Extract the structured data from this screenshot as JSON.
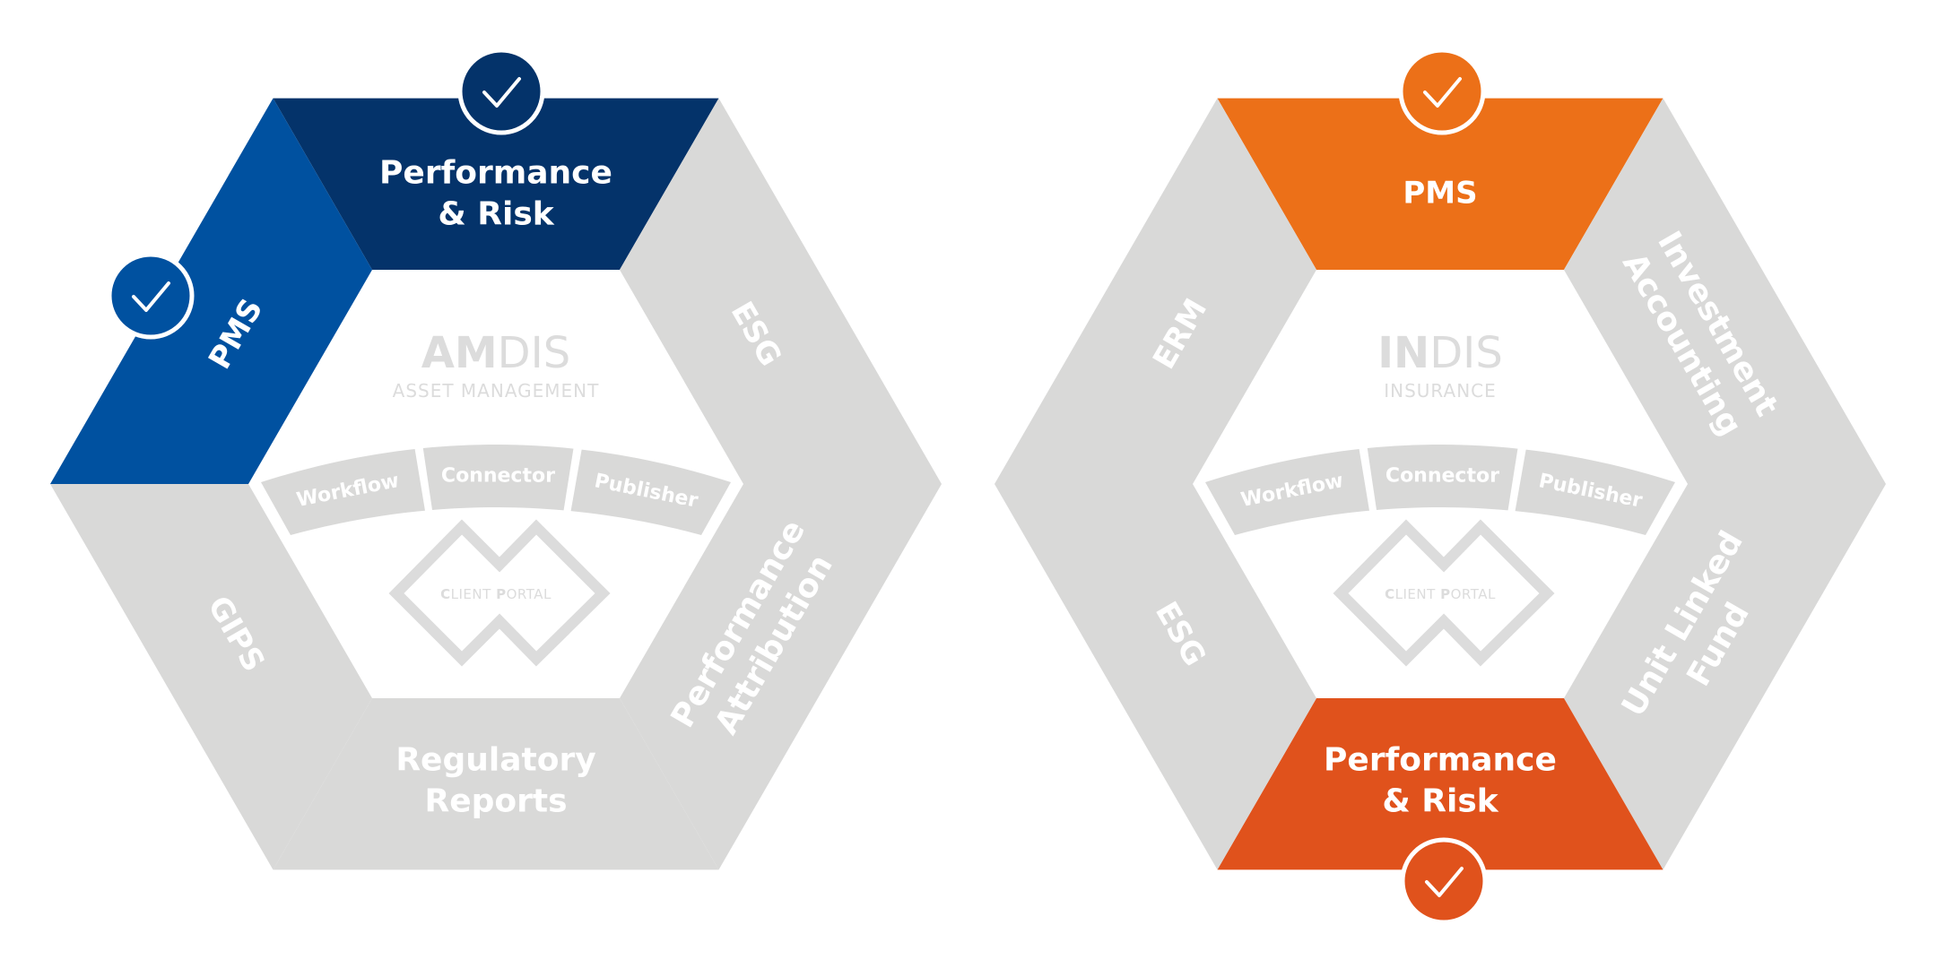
{
  "colors": {
    "inactive": "#d9d9d8",
    "amdis_pms": "#0051a0",
    "amdis_perf_risk": "#04336a",
    "indis_pms": "#ec7018",
    "indis_perf_risk": "#e0521c",
    "logo_gray": "#dcdcdc",
    "white": "#ffffff"
  },
  "diagrams": [
    {
      "id": "amdis",
      "logo": {
        "bold": "AM",
        "light": "DIS",
        "subtitle": "ASSET MANAGEMENT"
      },
      "modules": [
        "Workflow",
        "Connector",
        "Publisher"
      ],
      "client_portal": {
        "bold1": "C",
        "rest1": "LIENT ",
        "bold2": "P",
        "rest2": "ORTAL"
      },
      "segments": [
        {
          "position": "top",
          "lines": [
            "Performance",
            "& Risk"
          ],
          "active": true,
          "color_key": "amdis_perf_risk"
        },
        {
          "position": "upper-right",
          "lines": [
            "ESG"
          ],
          "active": false,
          "color_key": "inactive"
        },
        {
          "position": "lower-right",
          "lines": [
            "Performance",
            "Attribution"
          ],
          "active": false,
          "color_key": "inactive"
        },
        {
          "position": "bottom",
          "lines": [
            "Regulatory",
            "Reports"
          ],
          "active": false,
          "color_key": "inactive"
        },
        {
          "position": "lower-left",
          "lines": [
            "GIPS"
          ],
          "active": false,
          "color_key": "inactive"
        },
        {
          "position": "upper-left",
          "lines": [
            "PMS"
          ],
          "active": true,
          "color_key": "amdis_pms"
        }
      ]
    },
    {
      "id": "indis",
      "logo": {
        "bold": "IN",
        "light": "DIS",
        "subtitle": "INSURANCE"
      },
      "modules": [
        "Workflow",
        "Connector",
        "Publisher"
      ],
      "client_portal": {
        "bold1": "C",
        "rest1": "LIENT ",
        "bold2": "P",
        "rest2": "ORTAL"
      },
      "segments": [
        {
          "position": "top",
          "lines": [
            "PMS"
          ],
          "active": true,
          "color_key": "indis_pms"
        },
        {
          "position": "upper-right",
          "lines": [
            "Investment",
            "Accounting"
          ],
          "active": false,
          "color_key": "inactive"
        },
        {
          "position": "lower-right",
          "lines": [
            "Unit Linked",
            "Fund"
          ],
          "active": false,
          "color_key": "inactive"
        },
        {
          "position": "bottom",
          "lines": [
            "Performance",
            "& Risk"
          ],
          "active": true,
          "color_key": "indis_perf_risk"
        },
        {
          "position": "lower-left",
          "lines": [
            "ESG"
          ],
          "active": false,
          "color_key": "inactive"
        },
        {
          "position": "upper-left",
          "lines": [
            "ERM"
          ],
          "active": false,
          "color_key": "inactive"
        }
      ]
    }
  ],
  "badges": [
    {
      "diagram": "amdis",
      "segment": "top",
      "icon": "check-icon",
      "color_key": "amdis_perf_risk"
    },
    {
      "diagram": "amdis",
      "segment": "upper-left",
      "icon": "check-icon",
      "color_key": "amdis_pms"
    },
    {
      "diagram": "indis",
      "segment": "top",
      "icon": "check-icon",
      "color_key": "indis_pms"
    },
    {
      "diagram": "indis",
      "segment": "bottom",
      "icon": "check-icon",
      "color_key": "indis_perf_risk"
    }
  ]
}
